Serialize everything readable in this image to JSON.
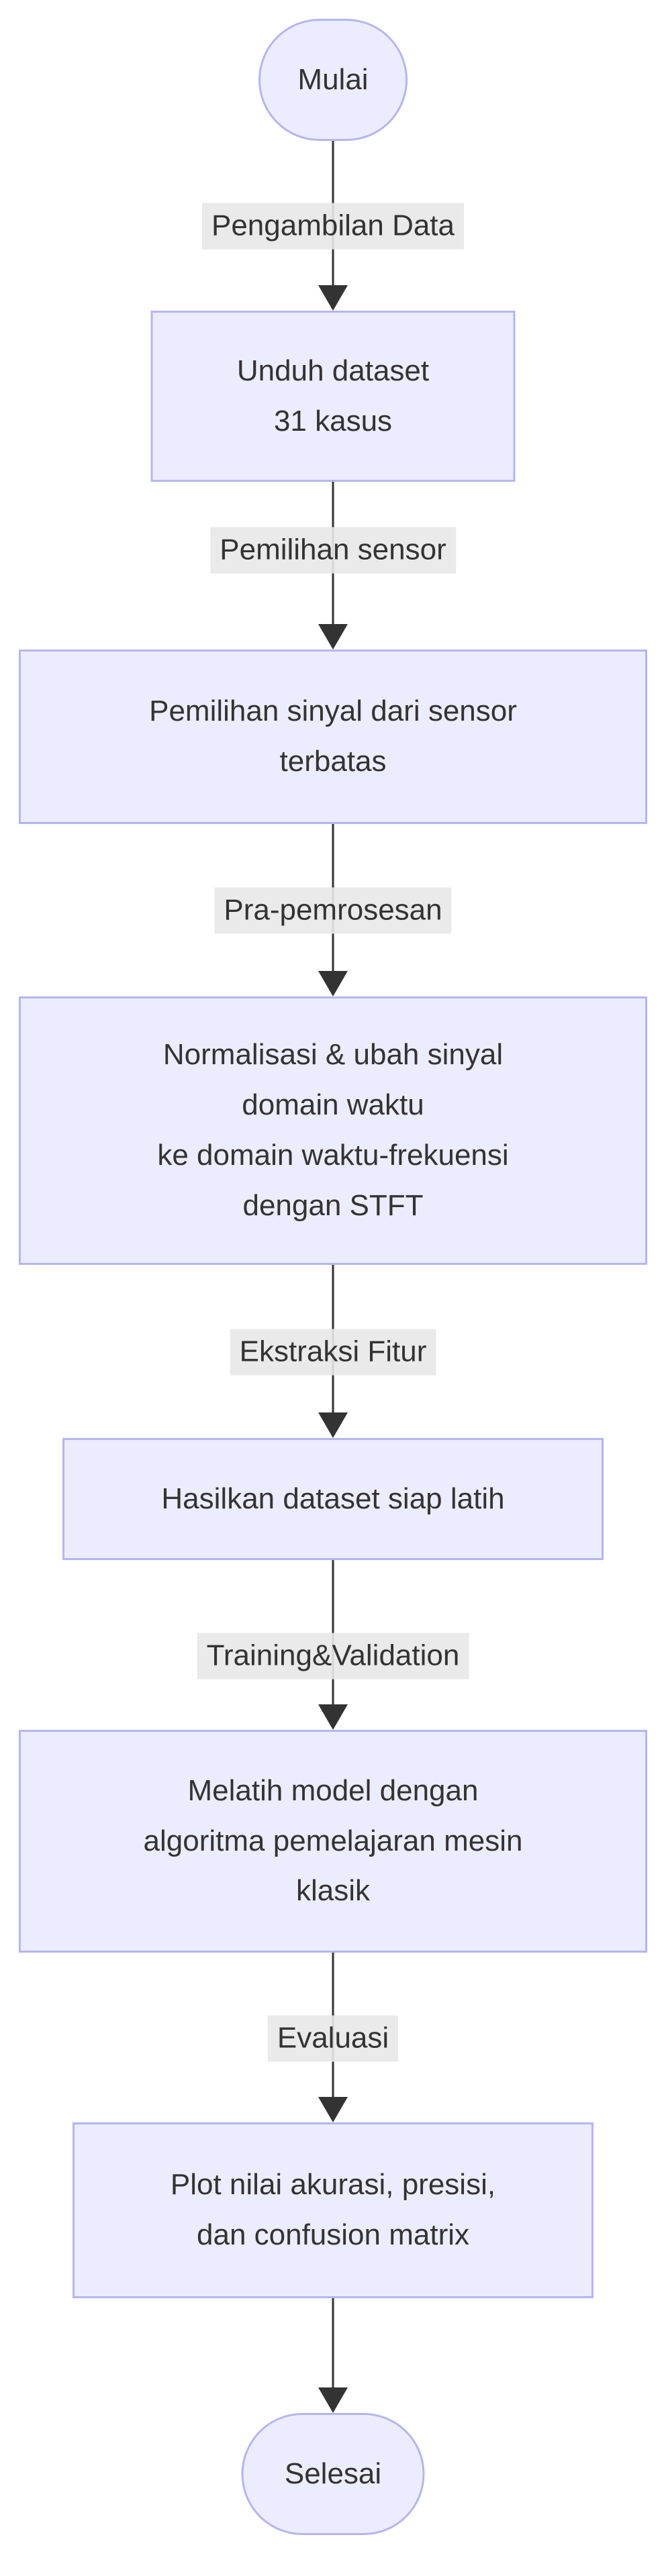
{
  "diagram": {
    "type": "flowchart-top-down",
    "colors": {
      "background": "#ffffff",
      "node_fill": "#ECECFF",
      "node_border": "#b5b5f0",
      "text": "#333333",
      "edge": "#333333",
      "edge_label_bg": "#e8e8e8"
    },
    "nodes": [
      {
        "shape": "stadium",
        "label": "Mulai"
      },
      {
        "shape": "process",
        "lines": [
          "Unduh dataset",
          "31 kasus"
        ]
      },
      {
        "shape": "process",
        "lines": [
          "Pemilihan sinyal dari sensor",
          "terbatas"
        ]
      },
      {
        "shape": "process",
        "lines": [
          "Normalisasi & ubah sinyal",
          "domain waktu",
          "ke domain waktu-frekuensi",
          "dengan STFT"
        ]
      },
      {
        "shape": "process",
        "lines": [
          "Hasilkan dataset siap latih"
        ]
      },
      {
        "shape": "process",
        "lines": [
          "Melatih model dengan",
          "algoritma pemelajaran mesin",
          "klasik"
        ]
      },
      {
        "shape": "process",
        "lines": [
          "Plot nilai akurasi, presisi,",
          "dan confusion matrix"
        ]
      },
      {
        "shape": "stadium",
        "label": "Selesai"
      }
    ],
    "edges": [
      {
        "from": "Mulai",
        "to": "Unduh dataset 31 kasus",
        "label": "Pengambilan Data"
      },
      {
        "from": "Unduh dataset 31 kasus",
        "to": "Pemilihan sinyal dari sensor terbatas",
        "label": "Pemilihan sensor"
      },
      {
        "from": "Pemilihan sinyal dari sensor terbatas",
        "to": "Normalisasi & ubah sinyal domain waktu ke domain waktu-frekuensi dengan STFT",
        "label": "Pra-pemrosesan"
      },
      {
        "from": "Normalisasi & ubah sinyal domain waktu ke domain waktu-frekuensi dengan STFT",
        "to": "Hasilkan dataset siap latih",
        "label": "Ekstraksi Fitur"
      },
      {
        "from": "Hasilkan dataset siap latih",
        "to": "Melatih model dengan algoritma pemelajaran mesin klasik",
        "label": "Training&Validation"
      },
      {
        "from": "Melatih model dengan algoritma pemelajaran mesin klasik",
        "to": "Plot nilai akurasi, presisi, dan confusion matrix",
        "label": "Evaluasi"
      },
      {
        "from": "Plot nilai akurasi, presisi, dan confusion matrix",
        "to": "Selesai",
        "label": ""
      }
    ]
  }
}
